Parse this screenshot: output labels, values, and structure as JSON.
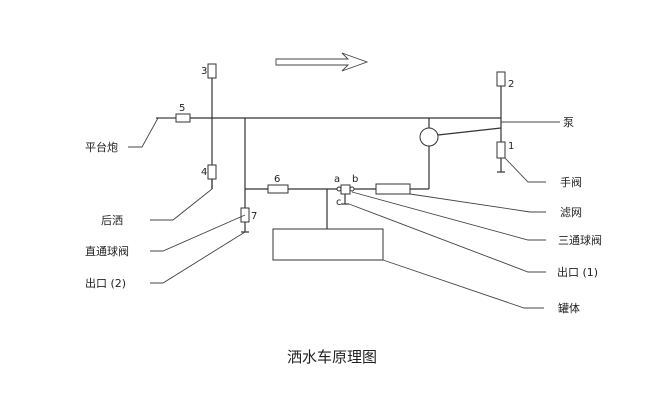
{
  "diagram": {
    "caption": "洒水车原理图",
    "components": {
      "pump": "泵",
      "hand_valve": "手阀",
      "platform_cannon": "平台炮",
      "filter": "滤网",
      "rear_sprinkler": "后洒",
      "three_way_valve": "三通球阀",
      "straight_ball_valve": "直通球阀",
      "outlet_1": "出口 (1)",
      "outlet_2": "出口 (2)",
      "tank": "罐体"
    },
    "valve_numbers": {
      "v1": "1",
      "v2": "2",
      "v3": "3",
      "v4": "4",
      "v5": "5",
      "v6": "6",
      "v7": "7"
    },
    "ports": {
      "a": "a",
      "b": "b",
      "c": "c"
    }
  }
}
